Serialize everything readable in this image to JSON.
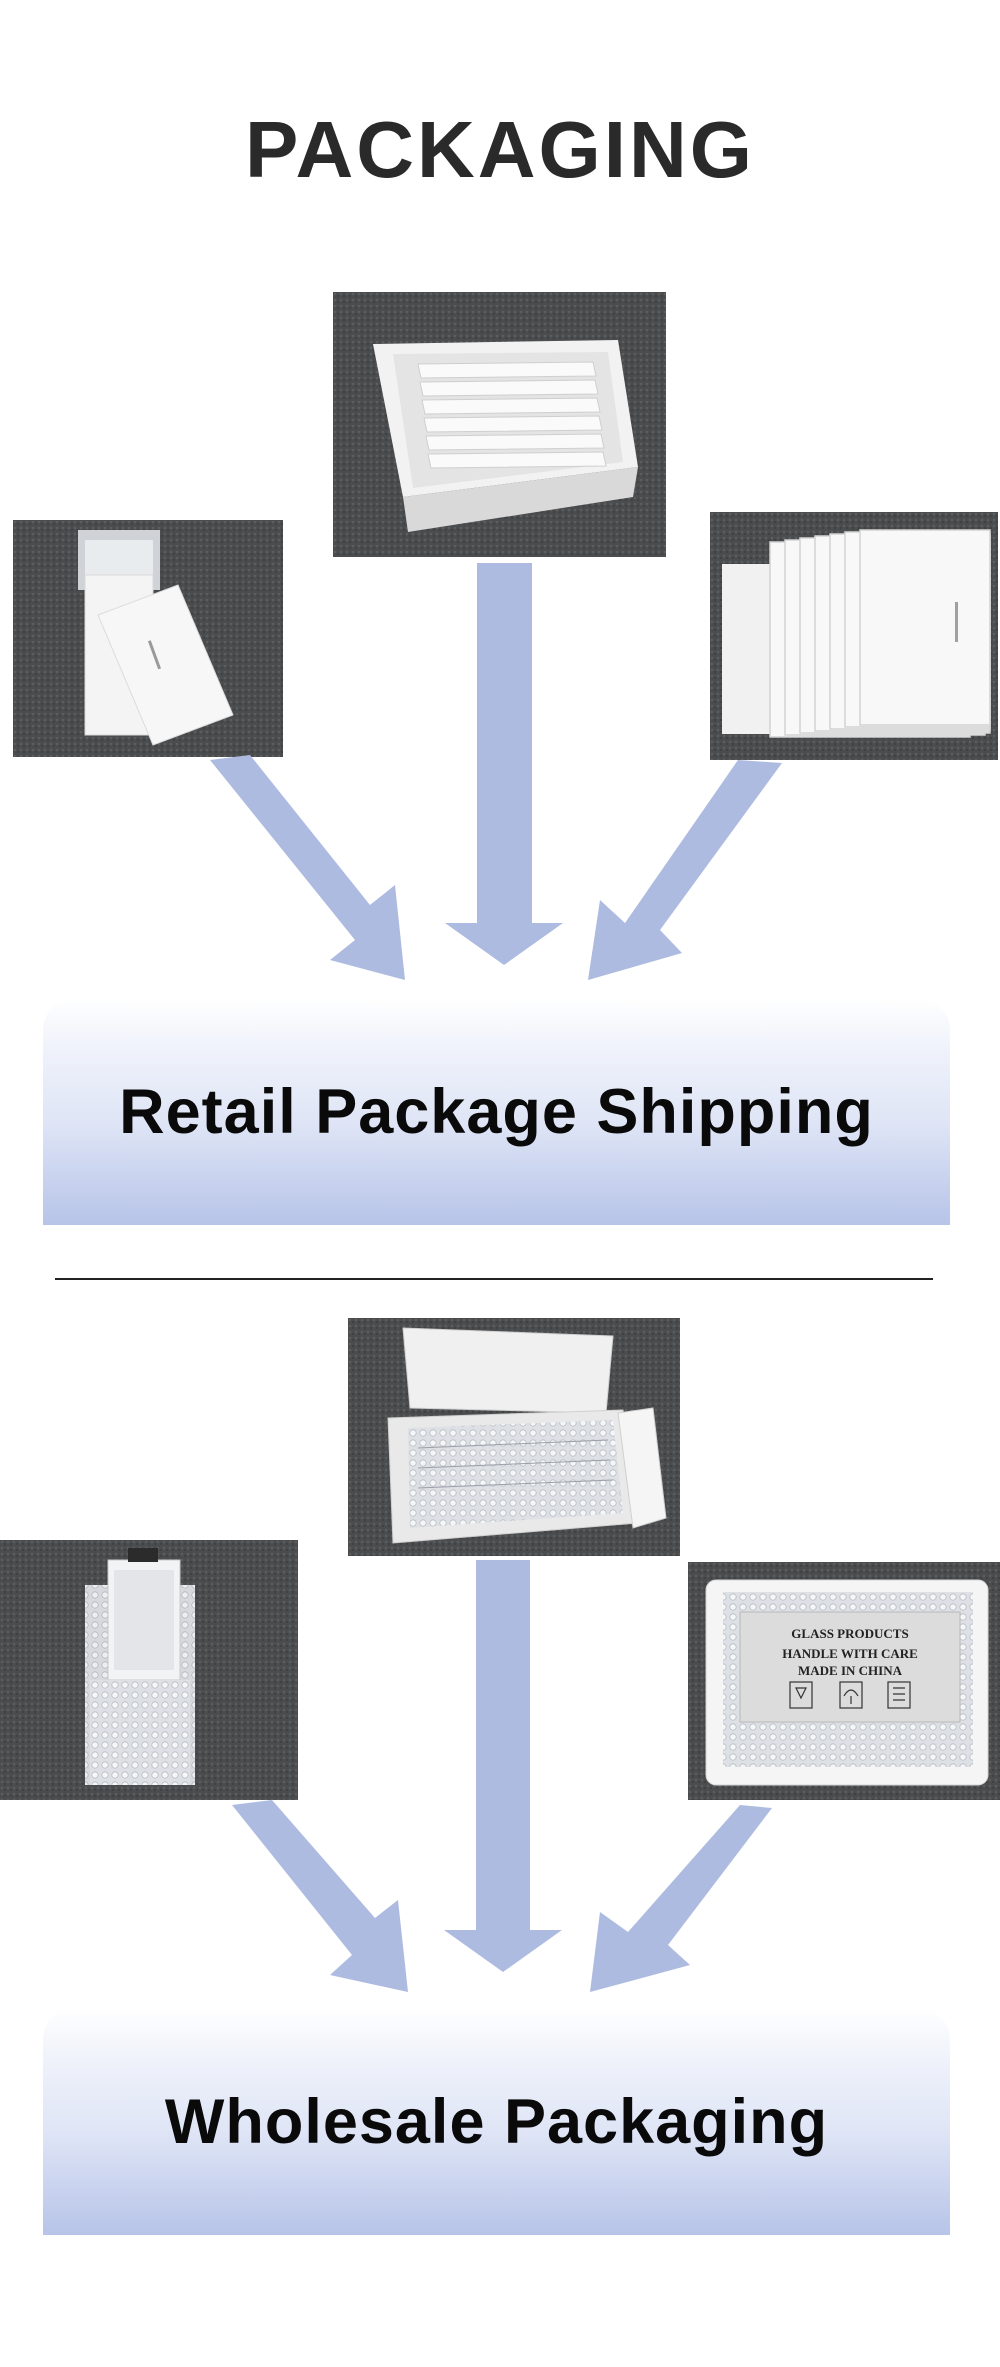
{
  "page": {
    "title": "PACKAGING"
  },
  "sections": [
    {
      "banner_label": "Retail Package Shipping",
      "photos": [
        "retail-phone-in-white-box",
        "retail-foam-tray-with-screens",
        "retail-stacked-white-boxes"
      ]
    },
    {
      "banner_label": "Wholesale Packaging",
      "photos": [
        "wholesale-screen-in-bubble-bag",
        "wholesale-open-box-bubble-wrap",
        "wholesale-foam-box-label"
      ]
    }
  ],
  "wholesale_label": {
    "line1": "GLASS PRODUCTS",
    "line2": "HANDLE WITH CARE",
    "line3": "MADE IN CHINA"
  },
  "colors": {
    "arrow": "#aebbe0",
    "carpet": "#4a4b4d",
    "banner_bottom": "#b7c4e8"
  }
}
